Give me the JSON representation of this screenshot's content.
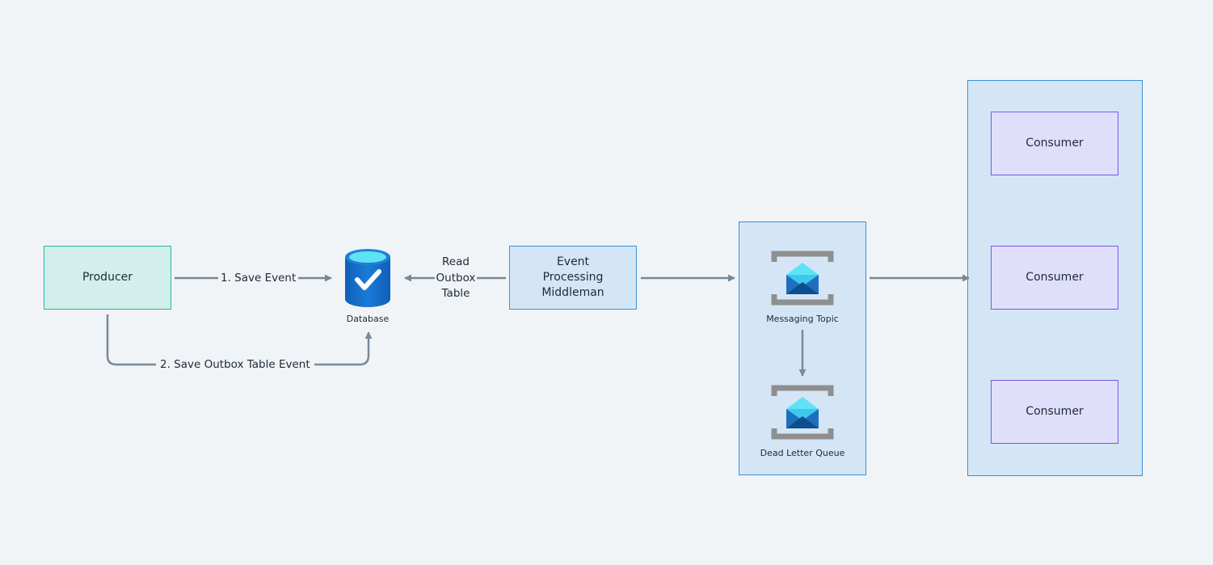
{
  "nodes": {
    "producer": "Producer",
    "middleman": "Event Processing Middleman",
    "database": "Database",
    "messaging_topic": "Messaging Topic",
    "dead_letter_queue": "Dead Letter Queue",
    "consumers": [
      "Consumer",
      "Consumer",
      "Consumer"
    ]
  },
  "edges": {
    "save_event": "1.  Save Event",
    "save_outbox": "2.  Save Outbox Table Event",
    "read_outbox": "Read Outbox Table"
  },
  "colors": {
    "background": "#f0f4f7",
    "producer_fill": "#d3efec",
    "producer_border": "#2bb59f",
    "blue_fill": "#d4e6f6",
    "blue_border": "#3b8fd9",
    "consumer_fill": "#e0dffb",
    "consumer_border": "#7557e5",
    "connector": "#788896"
  },
  "icons": {
    "database": "database-check-icon",
    "messaging_topic": "envelope-topic-icon",
    "dead_letter_queue": "envelope-queue-icon"
  }
}
